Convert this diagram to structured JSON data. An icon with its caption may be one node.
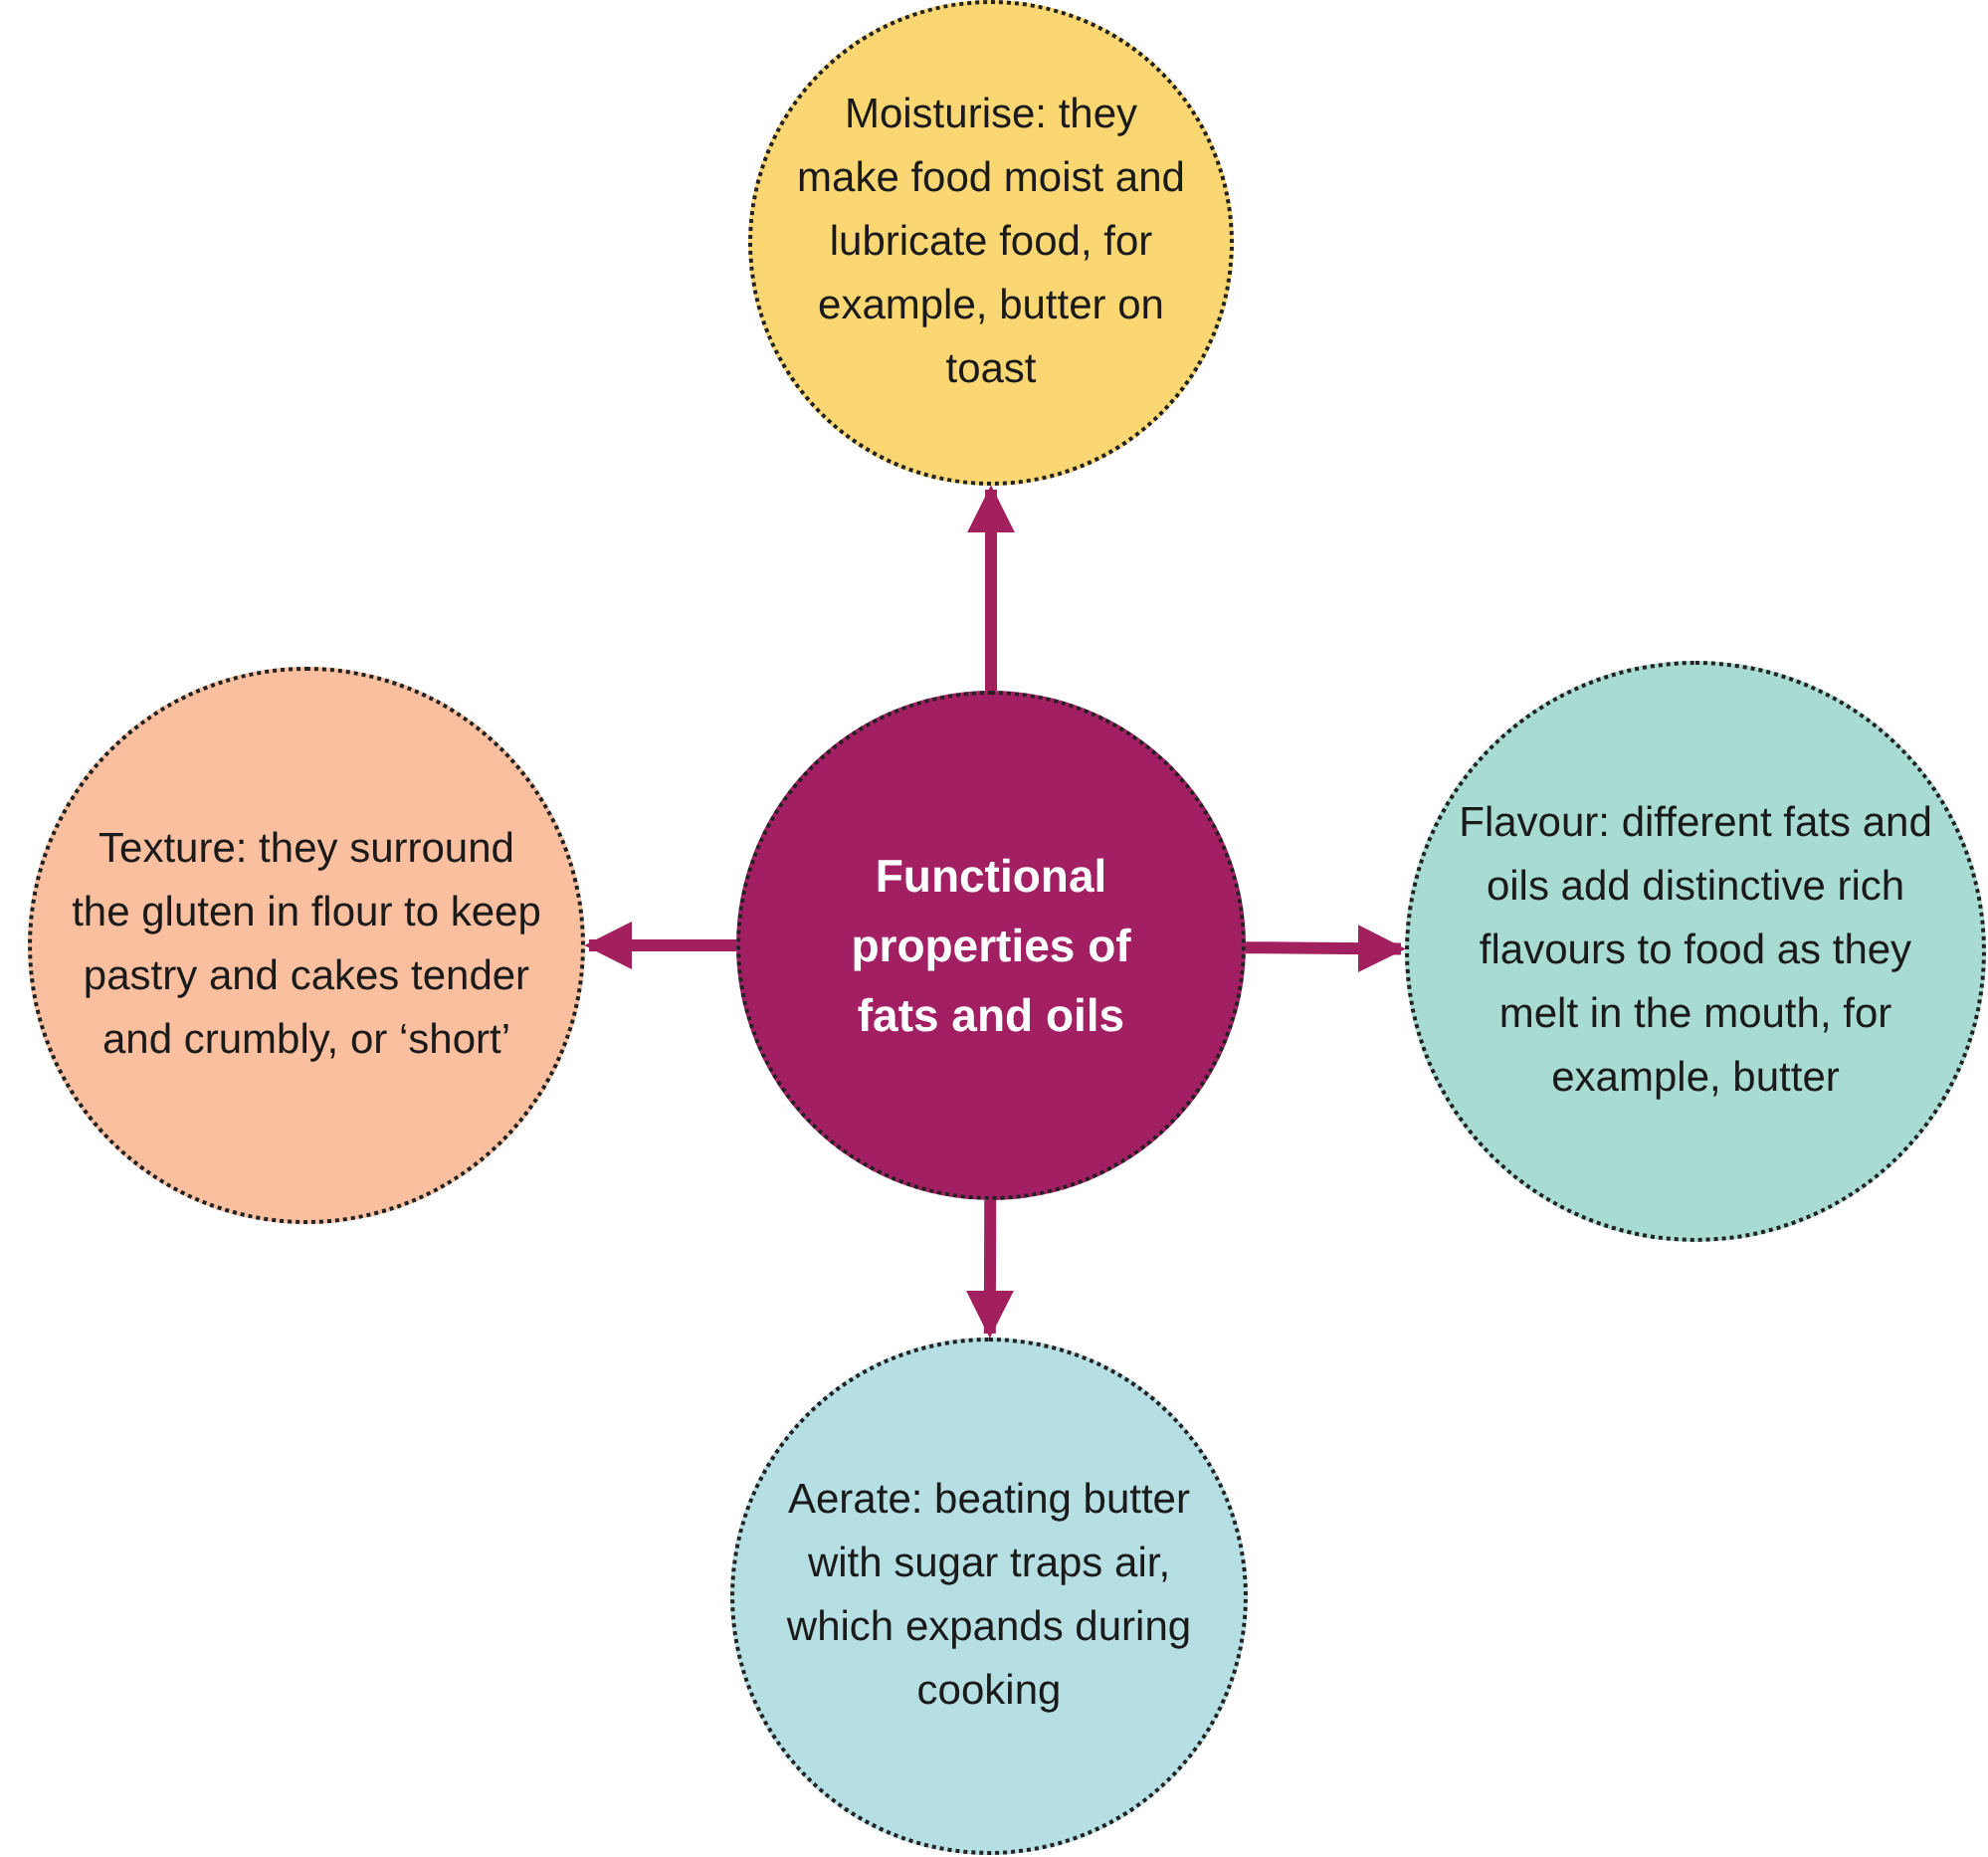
{
  "diagram": {
    "nodes": [
      {
        "text": [
          "Moisturise: they make food moist and lubricate food, for example, butter on toast"
        ]
      },
      {
        "text": [
          "Texture: they surround the gluten in flour to keep pastry and cakes tender and crumbly, or ‘short’"
        ]
      },
      {
        "text": [
          "Functional properties of fats and oils"
        ]
      },
      {
        "text": [
          "Flavour: different fats and oils add distinctive rich flavours to food as they melt in the mouth, for example, butter"
        ]
      },
      {
        "text": [
          "Aerate: beating butter with sugar traps air, which expands during cooking"
        ]
      }
    ],
    "edges": [
      {
        "from": 2,
        "to": 0,
        "arrow": "to"
      },
      {
        "from": 2,
        "to": 1,
        "arrow": "to"
      },
      {
        "from": 2,
        "to": 3,
        "arrow": "to"
      },
      {
        "from": 2,
        "to": 4,
        "arrow": "to"
      }
    ]
  }
}
